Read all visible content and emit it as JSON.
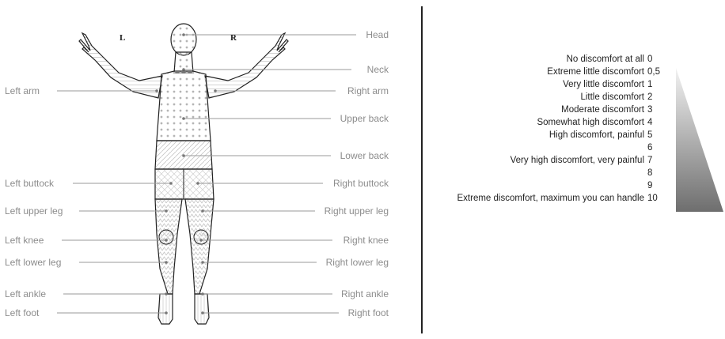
{
  "body_map": {
    "side_left": "L",
    "side_right": "R",
    "regions_left": [
      {
        "name": "left-arm",
        "label": "Left arm"
      },
      {
        "name": "left-buttock",
        "label": "Left buttock"
      },
      {
        "name": "left-upper-leg",
        "label": "Left upper leg"
      },
      {
        "name": "left-knee",
        "label": "Left knee"
      },
      {
        "name": "left-lower-leg",
        "label": "Left lower leg"
      },
      {
        "name": "left-ankle",
        "label": "Left ankle"
      },
      {
        "name": "left-foot",
        "label": "Left foot"
      }
    ],
    "regions_right": [
      {
        "name": "head",
        "label": "Head"
      },
      {
        "name": "neck",
        "label": "Neck"
      },
      {
        "name": "right-arm",
        "label": "Right arm"
      },
      {
        "name": "upper-back",
        "label": "Upper back"
      },
      {
        "name": "lower-back",
        "label": "Lower back"
      },
      {
        "name": "right-buttock",
        "label": "Right buttock"
      },
      {
        "name": "right-upper-leg",
        "label": "Right upper leg"
      },
      {
        "name": "right-knee",
        "label": "Right knee"
      },
      {
        "name": "right-lower-leg",
        "label": "Right lower leg"
      },
      {
        "name": "right-ankle",
        "label": "Right ankle"
      },
      {
        "name": "right-foot",
        "label": "Right foot"
      }
    ]
  },
  "discomfort_scale": [
    {
      "value": "0",
      "description": "No discomfort at all"
    },
    {
      "value": "0,5",
      "description": "Extreme little discomfort"
    },
    {
      "value": "1",
      "description": "Very little discomfort"
    },
    {
      "value": "2",
      "description": "Little discomfort"
    },
    {
      "value": "3",
      "description": "Moderate discomfort"
    },
    {
      "value": "4",
      "description": "Somewhat high discomfort"
    },
    {
      "value": "5",
      "description": "High discomfort, painful"
    },
    {
      "value": "6",
      "description": ""
    },
    {
      "value": "7",
      "description": "Very high discomfort, very painful"
    },
    {
      "value": "8",
      "description": ""
    },
    {
      "value": "9",
      "description": ""
    },
    {
      "value": "10",
      "description": "Extreme discomfort, maximum you can handle"
    }
  ],
  "colors": {
    "label_grey": "#8c8c8c",
    "leader_grey": "#9a9a9a",
    "outline": "#222222",
    "wedge_light": "#f2f2f2",
    "wedge_dark": "#6e6e6e"
  }
}
